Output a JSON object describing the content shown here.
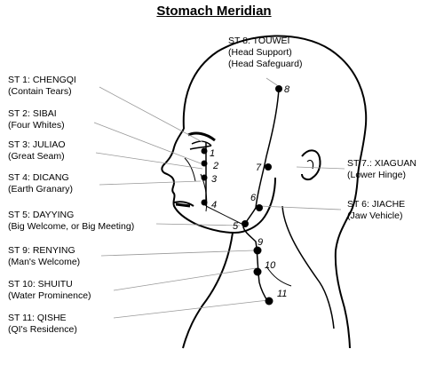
{
  "title": "Stomach Meridian",
  "points": [
    {
      "code": "ST 1: CHENGQI",
      "meaning": "(Contain Tears)",
      "num": "1"
    },
    {
      "code": "ST 2: SIBAI",
      "meaning": "(Four Whites)",
      "num": "2"
    },
    {
      "code": "ST 3: JULIAO",
      "meaning": "(Great Seam)",
      "num": "3"
    },
    {
      "code": "ST 4: DICANG",
      "meaning": "(Earth Granary)",
      "num": "4"
    },
    {
      "code": "ST 5: DAYYING",
      "meaning": "(Big Welcome, or Big Meeting)",
      "num": "5"
    },
    {
      "code": "ST 6: JIACHE",
      "meaning": "(Jaw Vehicle)",
      "num": "6"
    },
    {
      "code": "ST 7.: XIAGUAN",
      "meaning": "(Lower Hinge)",
      "num": "7"
    },
    {
      "code": "ST 8: TOUWEI",
      "meaning": "(Head Support)",
      "meaning2": "(Head Safeguard)",
      "num": "8"
    },
    {
      "code": "ST 9: RENYING",
      "meaning": "(Man's Welcome)",
      "num": "9"
    },
    {
      "code": "ST 10: SHUITU",
      "meaning": "(Water Prominence)",
      "num": "10"
    },
    {
      "code": "ST 11: QISHE",
      "meaning": "(QI's Residence)",
      "num": "11"
    }
  ]
}
